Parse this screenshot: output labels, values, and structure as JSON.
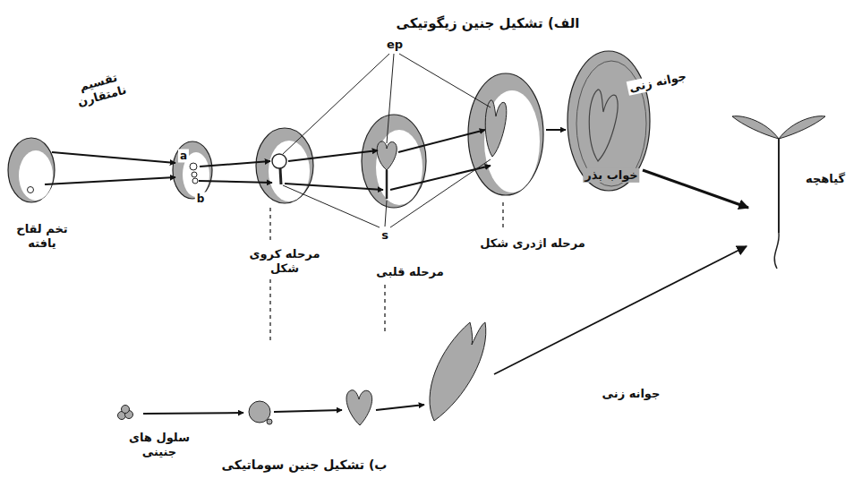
{
  "diagram": {
    "labels": [
      "الف) تشکیل جنین زیگوتیکی",
      "تقسیم نامتقارن",
      "ep",
      "a",
      "b",
      "تخم لقاح یافته",
      "s",
      "جوانه زنی",
      "خواب بذر",
      "مرحله کروی شکل",
      "مرحله قلبی",
      "مرحله اژدری شکل",
      "گیاهچه",
      "جوانه زنی",
      "سلول های جنینی",
      "ب) تشکیل جنین سوماتیکی"
    ]
  }
}
